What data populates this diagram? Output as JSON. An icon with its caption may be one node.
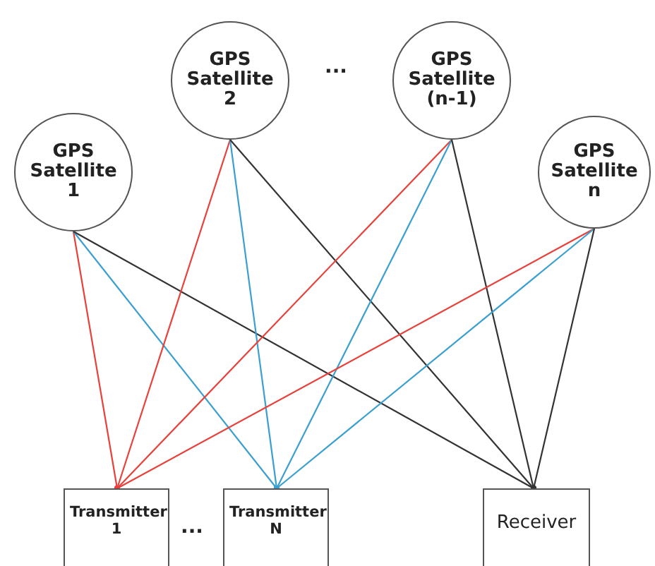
{
  "diagram": {
    "nodes": [
      {
        "text": [
          "GPS Satellite 1"
        ]
      },
      {
        "text": [
          "GPS Satellite 2"
        ]
      },
      {
        "text": [
          "GPS Satellite (n-1)"
        ]
      },
      {
        "text": [
          "GPS Satellite n"
        ]
      },
      {
        "text": [
          "Transmitter 1"
        ]
      },
      {
        "text": [
          "Transmitter N"
        ]
      },
      {
        "text": [
          "Receiver"
        ]
      }
    ],
    "edges": [
      {
        "from": 0,
        "to": 4,
        "arrow": "other",
        "color": "#e8413c"
      },
      {
        "from": 0,
        "to": 5,
        "arrow": "other",
        "color": "#3b9fcf"
      },
      {
        "from": 0,
        "to": 6,
        "arrow": "other",
        "color": "#333333"
      },
      {
        "from": 1,
        "to": 4,
        "arrow": "other",
        "color": "#e8413c"
      },
      {
        "from": 1,
        "to": 5,
        "arrow": "other",
        "color": "#3b9fcf"
      },
      {
        "from": 1,
        "to": 6,
        "arrow": "other",
        "color": "#333333"
      },
      {
        "from": 2,
        "to": 4,
        "arrow": "other",
        "color": "#e8413c"
      },
      {
        "from": 2,
        "to": 5,
        "arrow": "other",
        "color": "#3b9fcf"
      },
      {
        "from": 2,
        "to": 6,
        "arrow": "other",
        "color": "#333333"
      },
      {
        "from": 3,
        "to": 4,
        "arrow": "other",
        "color": "#e8413c"
      },
      {
        "from": 3,
        "to": 5,
        "arrow": "other",
        "color": "#3b9fcf"
      },
      {
        "from": 3,
        "to": 6,
        "arrow": "other",
        "color": "#333333"
      }
    ],
    "labels": [
      "···",
      "···"
    ]
  }
}
